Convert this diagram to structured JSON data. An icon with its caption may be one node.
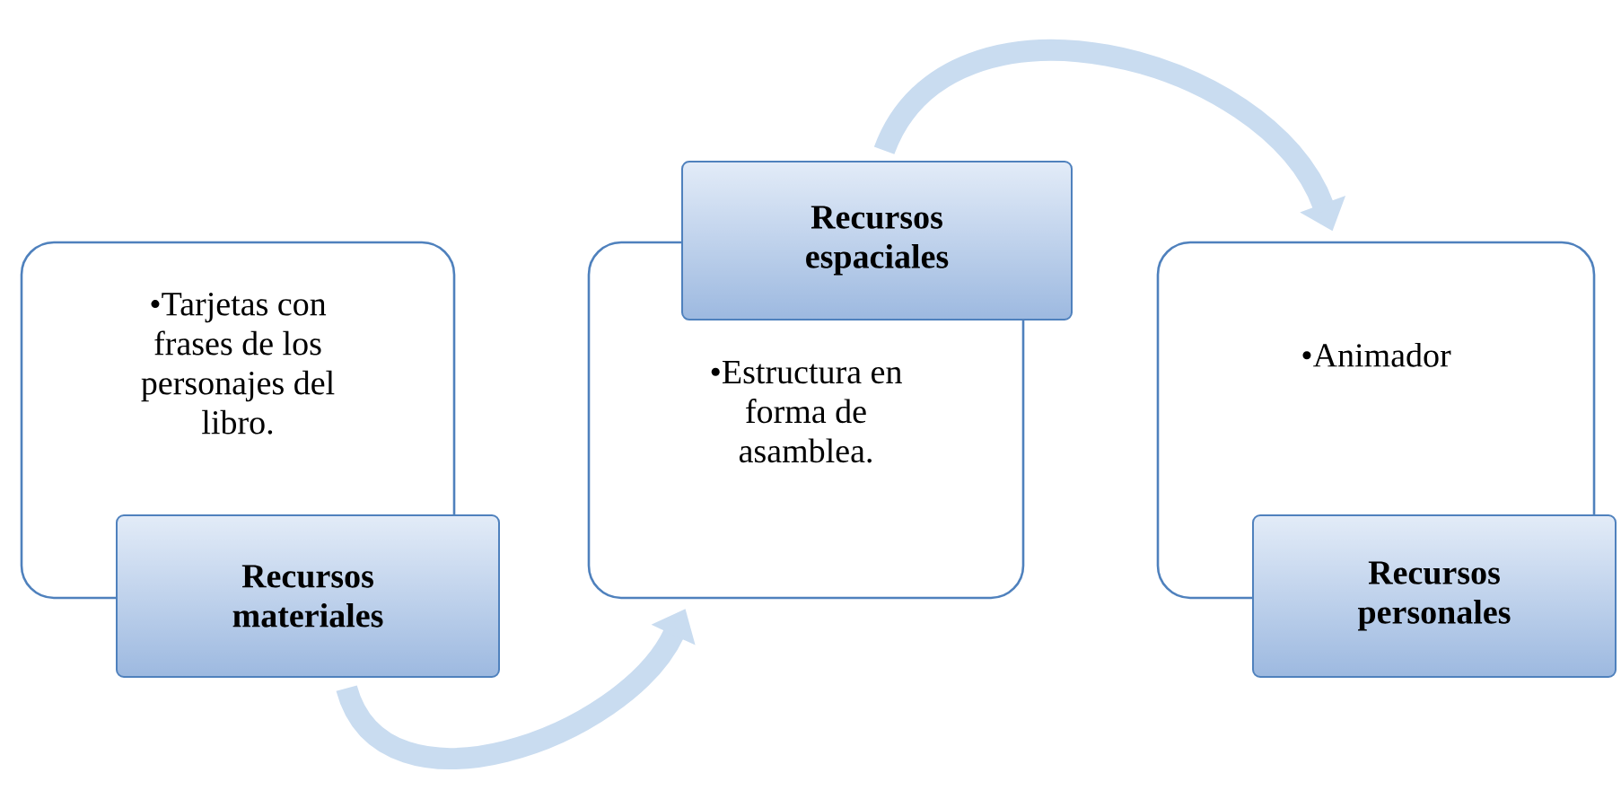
{
  "diagram": {
    "nodes": [
      {
        "text": [
          "•Tarjetas con frases de los personajes del libro."
        ]
      },
      {
        "text": [
          "Recursos materiales"
        ]
      },
      {
        "text": [
          "Recursos espaciales"
        ]
      },
      {
        "text": [
          "•Estructura en forma de asamblea."
        ]
      },
      {
        "text": [
          "•Animador"
        ]
      },
      {
        "text": [
          "Recursos personales"
        ]
      }
    ],
    "edges": [
      {
        "from": 1,
        "to": 3,
        "arrow": "to"
      },
      {
        "from": 2,
        "to": 4,
        "arrow": "to"
      }
    ]
  }
}
